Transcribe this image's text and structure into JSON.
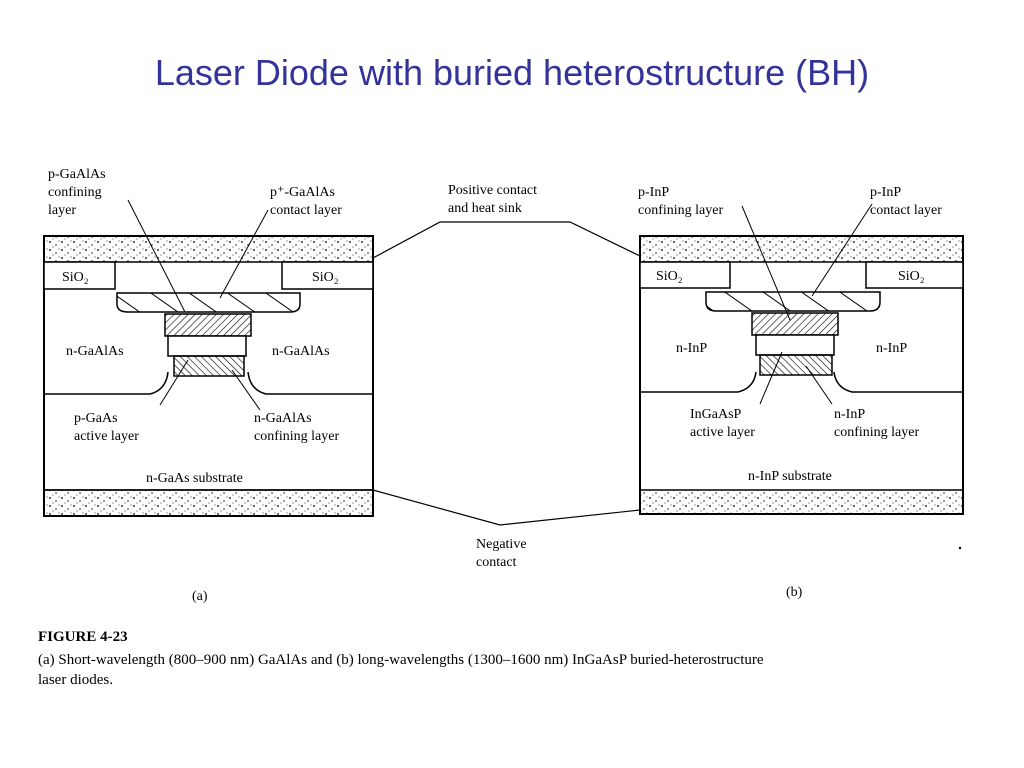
{
  "slide": {
    "title": "Laser Diode with buried heterostructure (BH)"
  },
  "figure": {
    "a": {
      "top_label_left": [
        "p-GaAlAs",
        "confining",
        "layer"
      ],
      "top_label_right": [
        "p⁺-GaAlAs",
        "contact layer"
      ],
      "oxide_left": "SiO₂",
      "oxide_right": "SiO₂",
      "side_left": "n-GaAlAs",
      "side_right": "n-GaAlAs",
      "bottom_label_left": [
        "p-GaAs",
        "active layer"
      ],
      "bottom_label_right": [
        "n-GaAlAs",
        "confining layer"
      ],
      "substrate": "n-GaAs substrate",
      "caption_letter": "(a)"
    },
    "b": {
      "top_label_left": [
        "p-InP",
        "confining layer"
      ],
      "top_label_right": [
        "p-InP",
        "contact layer"
      ],
      "oxide_left": "SiO₂",
      "oxide_right": "SiO₂",
      "side_left": "n-InP",
      "side_right": "n-InP",
      "bottom_label_left": [
        "InGaAsP",
        "active layer"
      ],
      "bottom_label_right": [
        "n-InP",
        "confining layer"
      ],
      "substrate": "n-InP substrate",
      "caption_letter": "(b)"
    },
    "center_top": [
      "Positive contact",
      "and heat sink"
    ],
    "center_bottom": [
      "Negative",
      "contact"
    ],
    "caption": {
      "heading": "FIGURE 4-23",
      "line1": "(a) Short-wavelength (800–900 nm) GaAlAs and (b) long-wavelengths (1300–1600 nm) InGaAsP buried-heterostructure",
      "line2": "laser diodes."
    }
  }
}
